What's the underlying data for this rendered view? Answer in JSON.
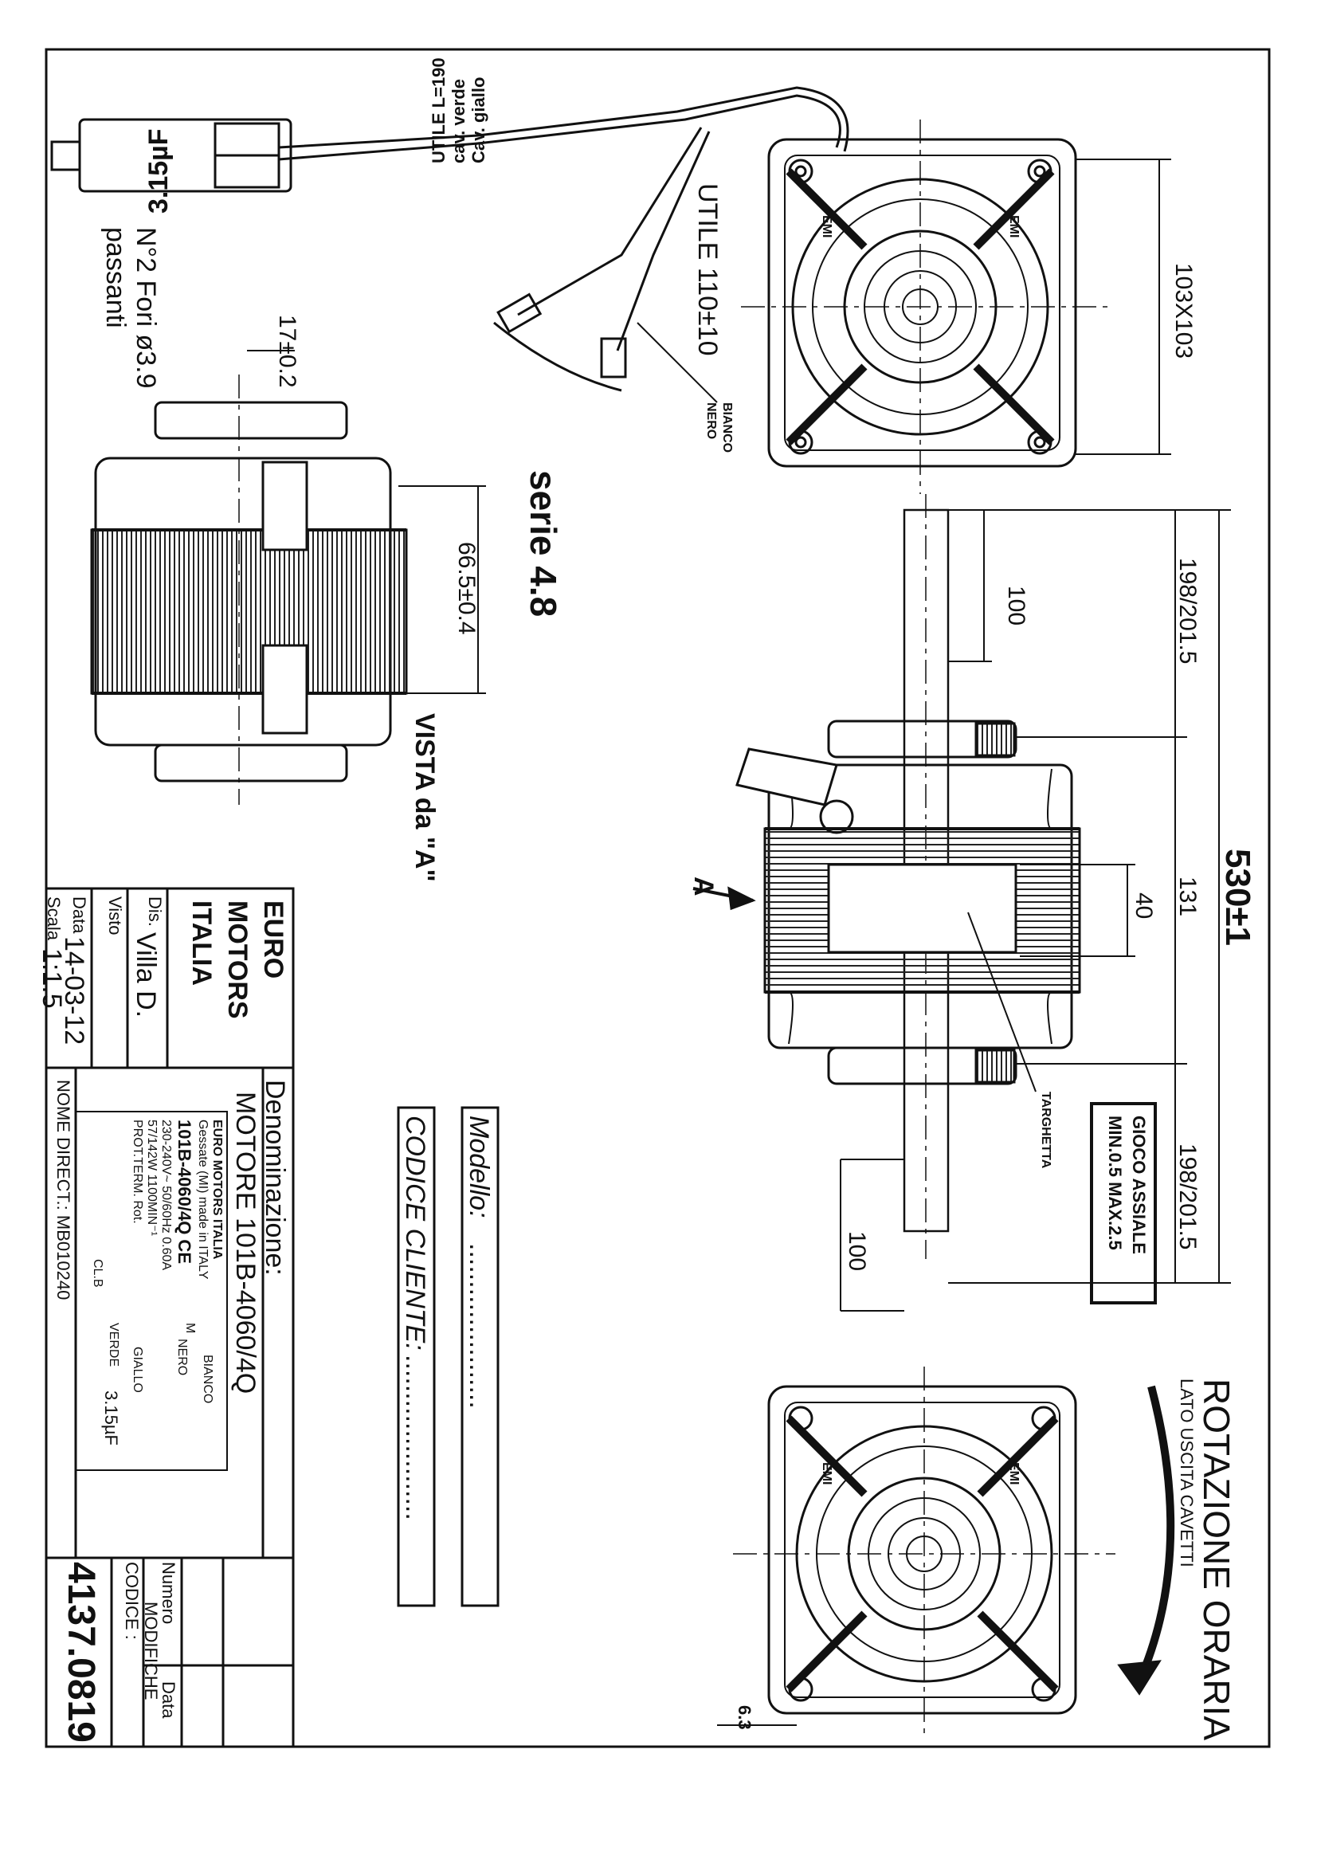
{
  "capacitor": {
    "label": "3.15µF"
  },
  "cable_note": {
    "line1": "Cav. giallo",
    "line2": "cav. verde",
    "line3": "UTILE L=190"
  },
  "holes_note": {
    "line1": "N°2 Fori ø3.9",
    "line2": "passanti"
  },
  "cable_length": {
    "label": "UTILE 110±10"
  },
  "wire_colors": {
    "bianco": "BIANCO",
    "nero": "NERO"
  },
  "series": {
    "label": "serie 4.8"
  },
  "view_label": {
    "text": "VISTA da \"A\""
  },
  "arrow_label": {
    "text": "A"
  },
  "plate_label": {
    "text": "TARGHETTA"
  },
  "axial_play": {
    "line1": "GIOCO ASSIALE",
    "line2": "MIN.0.5 MAX.2.5"
  },
  "rotation": {
    "line1": "ROTAZIONE ORARIA",
    "line2": "LATO USCITA CAVETTI"
  },
  "dimensions": {
    "flange": "103X103",
    "total": "530±1",
    "shaft_left": "198/201.5",
    "shaft_right": "198/201.5",
    "body": "131",
    "plate": "40",
    "shaft_len_left": "100",
    "shaft_len_right": "100",
    "mount_spacing": "17±0.2",
    "mount_height": "66.5±0.4",
    "flange_offset": "6.3"
  },
  "brand_labels": {
    "flange": "EMI"
  },
  "title_block": {
    "company_line1": "EURO",
    "company_line2": "MOTORS",
    "company_line3": "ITALIA",
    "dis_label": "Dis.",
    "dis_value": "Villa D.",
    "visto_label": "Visto",
    "data_label": "Data",
    "data_value": "14-03-12",
    "scala_label": "Scala",
    "scala_value": "1:1.5",
    "denominazione_label": "Denominazione:",
    "denominazione_value": "MOTORE 101B-4060/4Q",
    "numero_label": "Numero",
    "modifiche_label": "MODIFICHE",
    "data_mod_label": "Data",
    "codice_label": "CODICE :",
    "codice_value": "4137.0819",
    "nome_direct": "NOME DIRECT.: MB010240"
  },
  "nameplate": {
    "line1": "EURO MOTORS ITALIA",
    "line2": "Gessate (MI) made in ITALY",
    "line3": "101B-4060/4Q  CE",
    "line4": "230-240V~ 50/60Hz 0.60A",
    "line5": "57/142W   1100MIN⁻¹",
    "line6": "PROT.TERM. Rot.",
    "cl": "CL.B",
    "wire_bianco": "BIANCO",
    "wire_nero": "NERO",
    "wire_giallo": "GIALLO",
    "wire_verde": "VERDE",
    "cap": "3.15µF",
    "m_label": "M"
  },
  "customer_box": {
    "modello_label": "Modello:",
    "modello_dots": "......................",
    "codice_cliente_label": "CODICE CLIENTE:",
    "codice_cliente_dots": "......................"
  }
}
